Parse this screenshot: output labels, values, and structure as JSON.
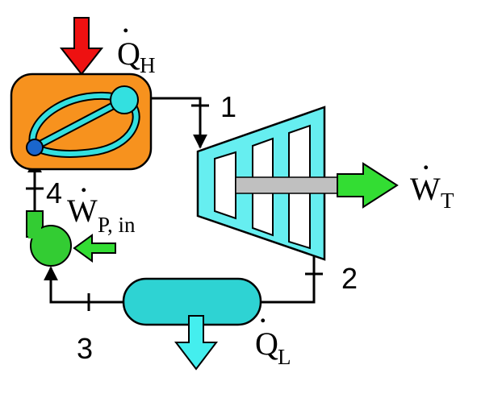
{
  "labels": {
    "q_h": {
      "main": "Q",
      "sub": "H"
    },
    "w_t": {
      "main": "W",
      "sub": "T"
    },
    "w_p": {
      "main": "W",
      "sub": "P, in"
    },
    "q_l": {
      "main": "Q",
      "sub": "L"
    }
  },
  "states": [
    "1",
    "2",
    "3",
    "4"
  ],
  "colors": {
    "boiler": "#f7921e",
    "loop": "#33e0e0",
    "turbine": "#66eef0",
    "shaft": "#c0c0c0",
    "work_arrow": "#33dd33",
    "pump": "#33cc33",
    "condenser": "#2ed3d3",
    "heat_in": "#ee1111",
    "heat_out": "#44eeee",
    "node": "#1a66cc"
  }
}
